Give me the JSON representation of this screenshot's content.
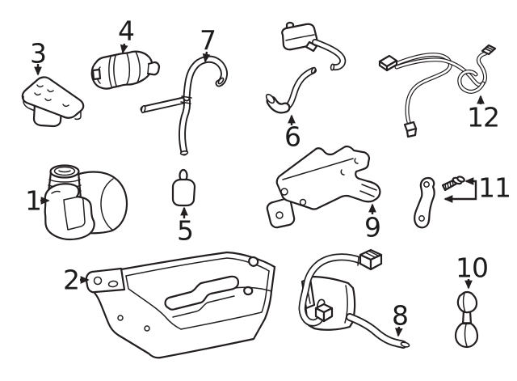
{
  "diagram": {
    "background_color": "#ffffff",
    "line_color": "#231f20",
    "callouts": [
      {
        "number": "1"
      },
      {
        "number": "2"
      },
      {
        "number": "3"
      },
      {
        "number": "4"
      },
      {
        "number": "5"
      },
      {
        "number": "6"
      },
      {
        "number": "7"
      },
      {
        "number": "8"
      },
      {
        "number": "9"
      },
      {
        "number": "10"
      },
      {
        "number": "11"
      },
      {
        "number": "12"
      }
    ]
  }
}
